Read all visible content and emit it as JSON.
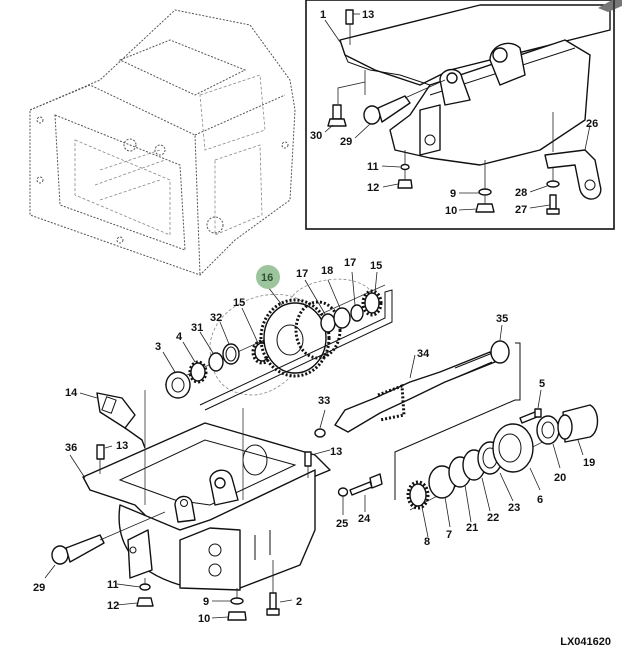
{
  "figure": {
    "id": "LX041620",
    "type": "exploded parts diagram",
    "highlighted_callout": "16",
    "highlight_color": "#9dc59d"
  },
  "inset": {
    "callouts": [
      {
        "key": "1",
        "label": "1"
      },
      {
        "key": "13",
        "label": "13"
      },
      {
        "key": "30",
        "label": "30"
      },
      {
        "key": "29",
        "label": "29"
      },
      {
        "key": "26",
        "label": "26"
      },
      {
        "key": "11",
        "label": "11"
      },
      {
        "key": "12",
        "label": "12"
      },
      {
        "key": "9",
        "label": "9"
      },
      {
        "key": "10",
        "label": "10"
      },
      {
        "key": "28",
        "label": "28"
      },
      {
        "key": "27",
        "label": "27"
      }
    ]
  },
  "gear_train": {
    "callouts": [
      {
        "key": "16",
        "label": "16"
      },
      {
        "key": "17a",
        "label": "17"
      },
      {
        "key": "18",
        "label": "18"
      },
      {
        "key": "17b",
        "label": "17"
      },
      {
        "key": "15a",
        "label": "15"
      },
      {
        "key": "15b",
        "label": "15"
      },
      {
        "key": "32",
        "label": "32"
      },
      {
        "key": "31",
        "label": "31"
      },
      {
        "key": "4",
        "label": "4"
      },
      {
        "key": "3",
        "label": "3"
      }
    ]
  },
  "housing": {
    "callouts": [
      {
        "key": "14",
        "label": "14"
      },
      {
        "key": "36",
        "label": "36"
      },
      {
        "key": "13a",
        "label": "13"
      },
      {
        "key": "13b",
        "label": "13"
      },
      {
        "key": "33",
        "label": "33"
      },
      {
        "key": "25",
        "label": "25"
      },
      {
        "key": "24",
        "label": "24"
      },
      {
        "key": "29",
        "label": "29"
      },
      {
        "key": "11",
        "label": "11"
      },
      {
        "key": "12",
        "label": "12"
      },
      {
        "key": "9",
        "label": "9"
      },
      {
        "key": "10",
        "label": "10"
      },
      {
        "key": "2",
        "label": "2"
      }
    ]
  },
  "shaft_assembly": {
    "callouts": [
      {
        "key": "35",
        "label": "35"
      },
      {
        "key": "34",
        "label": "34"
      },
      {
        "key": "5",
        "label": "5"
      },
      {
        "key": "19",
        "label": "19"
      },
      {
        "key": "20",
        "label": "20"
      },
      {
        "key": "6",
        "label": "6"
      },
      {
        "key": "23",
        "label": "23"
      },
      {
        "key": "22",
        "label": "22"
      },
      {
        "key": "21",
        "label": "21"
      },
      {
        "key": "7",
        "label": "7"
      },
      {
        "key": "8",
        "label": "8"
      }
    ]
  }
}
